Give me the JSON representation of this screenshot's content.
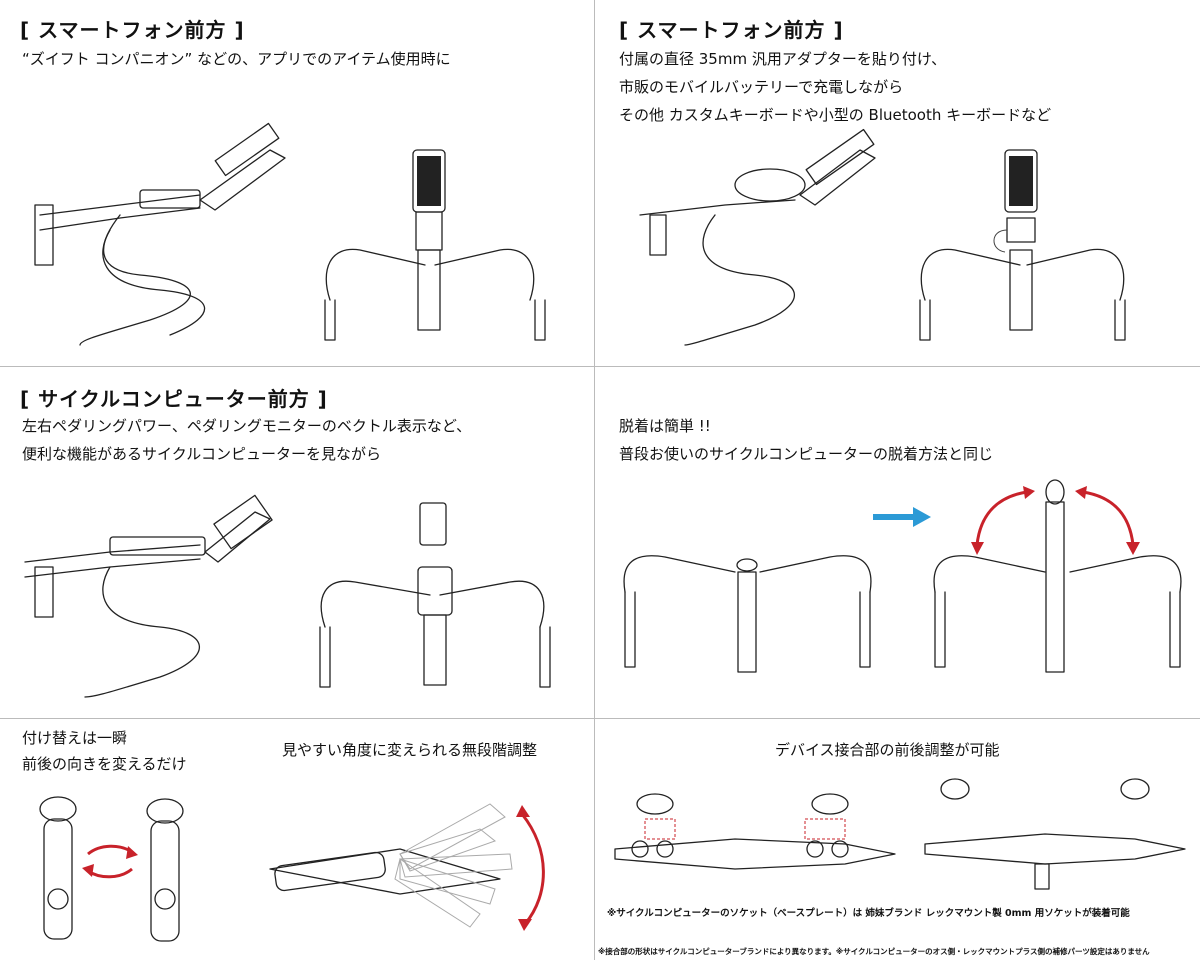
{
  "sections": {
    "top_left": {
      "heading": "[ スマートフォン前方 ]",
      "lines": [
        "“ズイフト コンパニオン” などの、アプリでのアイテム使用時に"
      ]
    },
    "top_right": {
      "heading": "[ スマートフォン前方 ]",
      "lines": [
        "付属の直径 35mm 汎用アダプターを貼り付け、",
        "市販のモバイルバッテリーで充電しながら",
        "その他 カスタムキーボードや小型の Bluetooth キーボードなど"
      ]
    },
    "mid_left": {
      "heading": "[ サイクルコンピューター前方 ]",
      "lines": [
        "左右ペダリングパワー、ペダリングモニターのベクトル表示など、",
        "便利な機能があるサイクルコンピューターを見ながら"
      ]
    },
    "mid_right": {
      "lines": [
        "脱着は簡単 !!",
        "普段お使いのサイクルコンピューターの脱着方法と同じ"
      ]
    },
    "bottom_left": {
      "lines": [
        "付け替えは一瞬",
        "前後の向きを変えるだけ"
      ]
    },
    "bottom_center": {
      "heading": "見やすい角度に変えられる無段階調整"
    },
    "bottom_right": {
      "heading": "デバイス接合部の前後調整が可能",
      "note1": "※サイクルコンピューターのソケット（ベースプレート）は 姉妹ブランド レックマウント製 0mm 用ソケットが装着可能",
      "note2": "※接合部の形状はサイクルコンピューターブランドにより異なります。※サイクルコンピューターのオス側・レックマウントプラス側の補修パーツ設定はありません"
    }
  },
  "colors": {
    "arrow_red": "#c8222a",
    "arrow_blue": "#2b9ad6",
    "divider": "#bbbbbb"
  }
}
